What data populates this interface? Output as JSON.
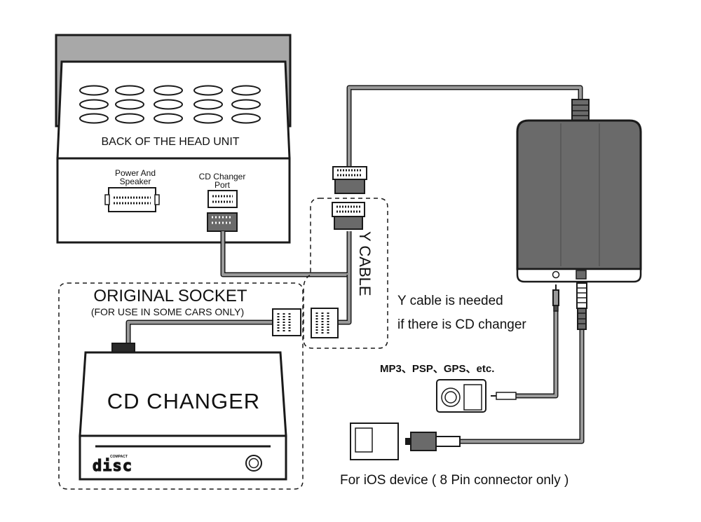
{
  "head_unit": {
    "title": "BACK OF THE HEAD UNIT",
    "power_port_line1": "Power And",
    "power_port_line2": "Speaker",
    "cd_port_line1": "CD Changer",
    "cd_port_line2": "Port"
  },
  "original_socket": {
    "title": "ORIGINAL SOCKET",
    "subtitle": "(FOR USE IN SOME CARS ONLY)"
  },
  "cd_changer": {
    "label": "CD CHANGER",
    "disc_logo_small": "COMPACT",
    "disc_logo": "disc"
  },
  "y_cable": {
    "label": "Y CABLE",
    "note_line1": "Y cable is needed",
    "note_line2": "if there is CD changer"
  },
  "aux_devices": {
    "label": "MP3、PSP、GPS、etc."
  },
  "ios_device": {
    "label": "For iOS device ( 8 Pin connector only )"
  },
  "colors": {
    "module_body": "#6a6a6a",
    "module_dark": "#4a4a4a",
    "head_unit_top": "#a8a8a8",
    "cable": "#8c8c8c",
    "outline": "#1a1a1a"
  }
}
